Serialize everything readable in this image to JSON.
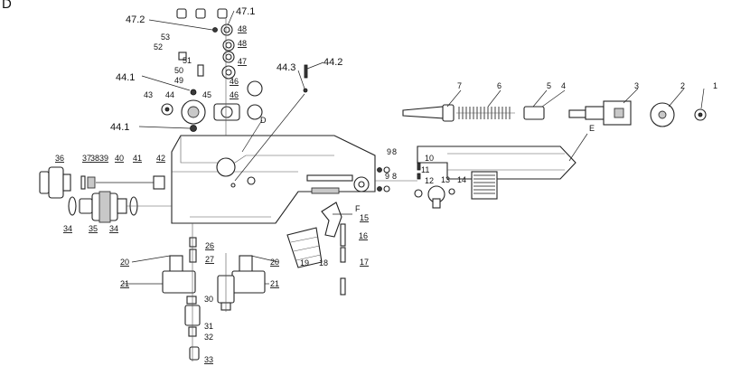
{
  "corner_label": "D",
  "parts": {
    "p1": "1",
    "p2": "2",
    "p3": "3",
    "p4": "4",
    "p5": "5",
    "p6": "6",
    "p7": "7",
    "pE": "E",
    "pD": "D",
    "pF": "F",
    "p8a": "8",
    "p9a": "9",
    "p8b": "8",
    "p9b": "9",
    "p10": "10",
    "p11": "11",
    "p12": "12",
    "p13": "13",
    "p14": "14",
    "p15": "15",
    "p16": "16",
    "p17": "17",
    "p18": "18",
    "p19": "19",
    "p20a": "20",
    "p20b": "20",
    "p21a": "21",
    "p21b": "21",
    "p26": "26",
    "p27": "27",
    "p30": "30",
    "p31": "31",
    "p32": "32",
    "p33": "33",
    "p34a": "34",
    "p34b": "34",
    "p35": "35",
    "p36": "36",
    "p37": "37",
    "p38": "38",
    "p39": "39",
    "p40": "40",
    "p41": "41",
    "p42": "42",
    "p43": "43",
    "p44": "44",
    "p45": "45",
    "p46a": "46",
    "p46b": "46",
    "p47": "47",
    "p48a": "48",
    "p48b": "48",
    "p49": "49",
    "p50": "50",
    "p51": "51",
    "p52": "52",
    "p53": "53",
    "p44_1a": "44.1",
    "p44_1b": "44.1",
    "p44_2": "44.2",
    "p44_3": "44.3",
    "p47_1": "47.1",
    "p47_2": "47.2"
  }
}
